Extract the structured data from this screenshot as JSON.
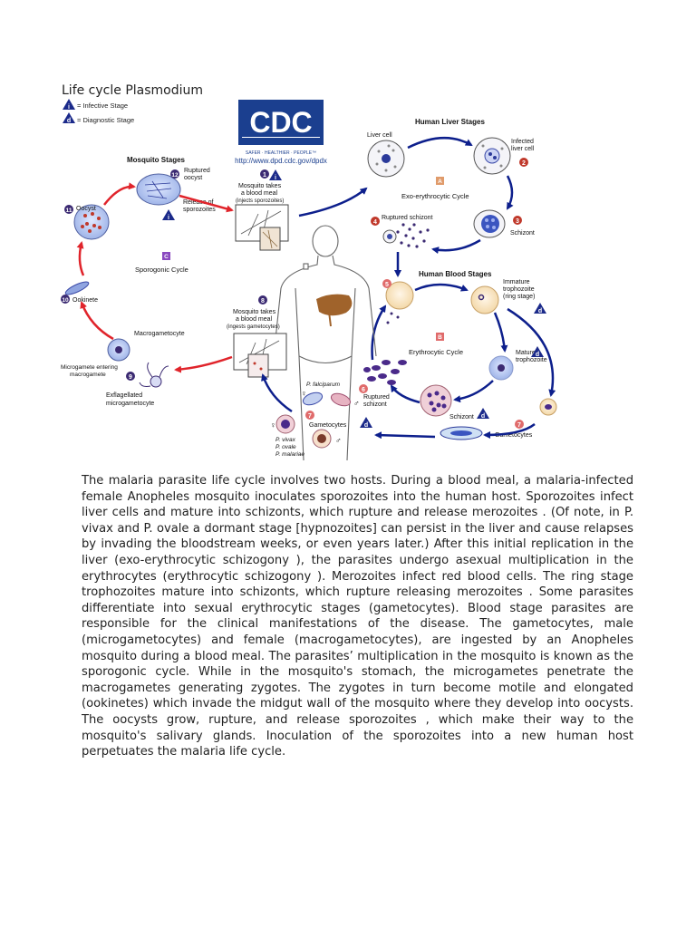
{
  "page": {
    "title": "Life cycle Plasmodium"
  },
  "legend": {
    "infective": "= Infective Stage",
    "diagnostic": "= Diagnostic Stage",
    "infective_mark": "i",
    "diagnostic_mark": "d"
  },
  "cdc": {
    "logo": "CDC",
    "tagline": "SAFER · HEALTHIER · PEOPLE™",
    "url": "http://www.dpd.cdc.gov/dpdx"
  },
  "sections": {
    "mosquito": "Mosquito Stages",
    "liver": "Human Liver Stages",
    "blood": "Human Blood Stages"
  },
  "cycles": {
    "A": {
      "letter": "A",
      "label": "Exo-erythrocytic Cycle"
    },
    "B": {
      "letter": "B",
      "label": "Erythrocytic Cycle"
    },
    "C": {
      "letter": "C",
      "label": "Sporogonic Cycle"
    }
  },
  "steps": {
    "s1": {
      "num": "1",
      "l1": "Mosquito takes",
      "l2": "a blood meal",
      "l3": "(injects sporozoites)"
    },
    "s2": {
      "num": "2",
      "l1": "Infected",
      "l2": "liver cell"
    },
    "s3": {
      "num": "3",
      "l1": "Schizont"
    },
    "s4": {
      "num": "4",
      "l1": "Ruptured schizont"
    },
    "s5": {
      "num": "5"
    },
    "s6": {
      "num": "6",
      "l1": "Ruptured",
      "l2": "schizont"
    },
    "s7": {
      "num": "7",
      "l1": "Gametocytes"
    },
    "s8": {
      "num": "8",
      "l1": "Mosquito takes",
      "l2": "a blood meal",
      "l3": "(ingests gametocytes)"
    },
    "s9": {
      "num": "9",
      "l1": "Microgamete entering",
      "l2": "macrogamete"
    },
    "s10": {
      "num": "10",
      "l1": "Ookinete"
    },
    "s11": {
      "num": "11",
      "l1": "Oocyst"
    },
    "s12": {
      "num": "12",
      "l1": "Ruptured",
      "l2": "oocyst"
    }
  },
  "labels": {
    "liver_cell": "Liver cell",
    "release_sporozoites_1": "Release of",
    "release_sporozoites_2": "sporozoites",
    "immature_1": "Immature",
    "immature_2": "trophozoite",
    "immature_3": "(ring stage)",
    "mature_1": "Mature",
    "mature_2": "trophozoite",
    "schizont_blood": "Schizont",
    "gametocytes_human": "Gametocytes",
    "macrogametocyte": "Macrogametocyte",
    "exflag_1": "Exflagellated",
    "exflag_2": "microgametocyte",
    "p_falciparum": "P. falciparum",
    "p_vivax": "P. vivax",
    "p_ovale": "P. ovale",
    "p_malariae": "P. malariae",
    "male": "♂",
    "female": "♀"
  },
  "colors": {
    "arrow_blue": "#0d1f8c",
    "arrow_red": "#e0242b",
    "step_num": "#3b2a72",
    "cdc_blue": "#1b3f8f",
    "box_pink": "#e06b6b",
    "liver": "#a0632b"
  },
  "body_text": "The malaria parasite life cycle involves two hosts. During a blood meal, a malaria-infected female Anopheles mosquito inoculates sporozoites into the human host. Sporozoites infect liver cells and mature into schizonts, which rupture and release merozoites . (Of note, in P. vivax and P. ovale a dormant stage [hypnozoites] can persist in the liver and cause relapses by invading the bloodstream weeks, or even years later.) After this initial replication in the liver (exo-erythrocytic schizogony ), the parasites undergo asexual multiplication in the erythrocytes (erythrocytic schizogony ). Merozoites infect red blood cells. The ring stage trophozoites mature into schizonts, which rupture releasing merozoites . Some parasites differentiate into sexual erythrocytic stages (gametocytes). Blood stage parasites are responsible for the clinical manifestations of the disease. The gametocytes, male (microgametocytes) and female (macrogametocytes), are ingested by an Anopheles mosquito during a blood meal. The parasites’ multiplication in the mosquito is known as the sporogonic cycle. While in the mosquito's stomach, the microgametes penetrate the macrogametes generating zygotes. The zygotes in turn become motile and elongated (ookinetes) which invade the midgut wall of the mosquito where they develop into oocysts. The oocysts grow, rupture, and release sporozoites , which make their way to the mosquito's salivary glands. Inoculation of the sporozoites into a new human host perpetuates the malaria life cycle."
}
